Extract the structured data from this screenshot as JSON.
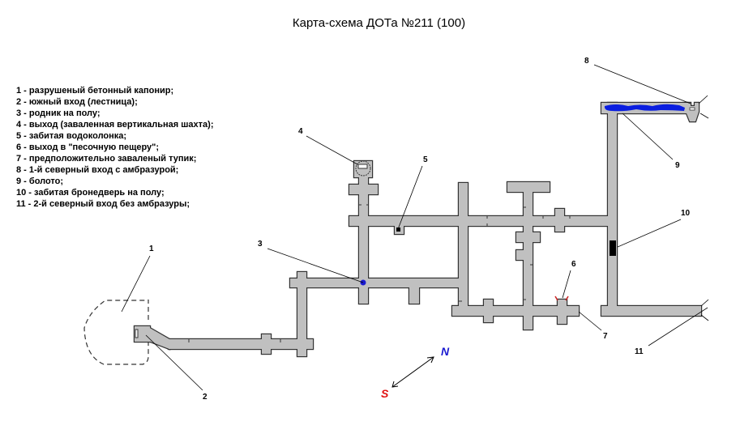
{
  "title": "Карта-схема ДОТа №211 (100)",
  "legend": [
    "1 - разрушеный бетонный капонир;",
    "2 - южный вход (лестница);",
    "3 - родник на полу;",
    "4 - выход (заваленная вертикальная шахта);",
    "5 - забитая водоколонка;",
    "6 - выход в \"песочную пещеру\";",
    "7 - предположительно заваленый тупик;",
    "8 - 1-й северный вход с амбразурой;",
    "9 - болото;",
    "10 - забитая бронедверь на полу;",
    "11 - 2-й северный вход без амбразуры;"
  ],
  "markers": [
    "1",
    "2",
    "3",
    "4",
    "5",
    "6",
    "7",
    "8",
    "9",
    "10",
    "11"
  ],
  "compass": {
    "north": "N",
    "south": "S"
  },
  "colors": {
    "tunnel": "#c0c0c0",
    "water": "#0a1ee0",
    "north": "#1a1ad0",
    "south": "#e01010",
    "exit": "#cc2222"
  }
}
